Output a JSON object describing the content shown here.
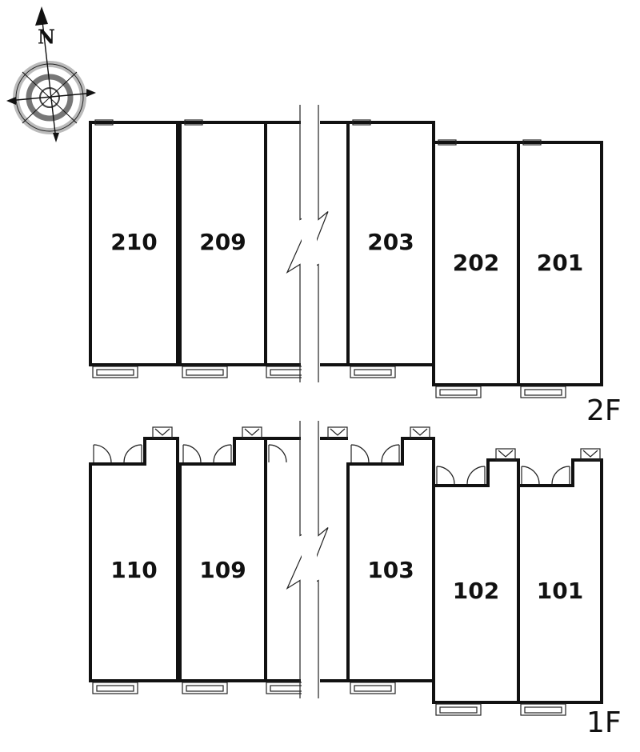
{
  "compass": {
    "label": "N"
  },
  "floors": [
    {
      "id": "2F",
      "label": "2F",
      "units": [
        "210",
        "209",
        "203",
        "202",
        "201"
      ]
    },
    {
      "id": "1F",
      "label": "1F",
      "units": [
        "110",
        "109",
        "103",
        "102",
        "101"
      ]
    }
  ]
}
